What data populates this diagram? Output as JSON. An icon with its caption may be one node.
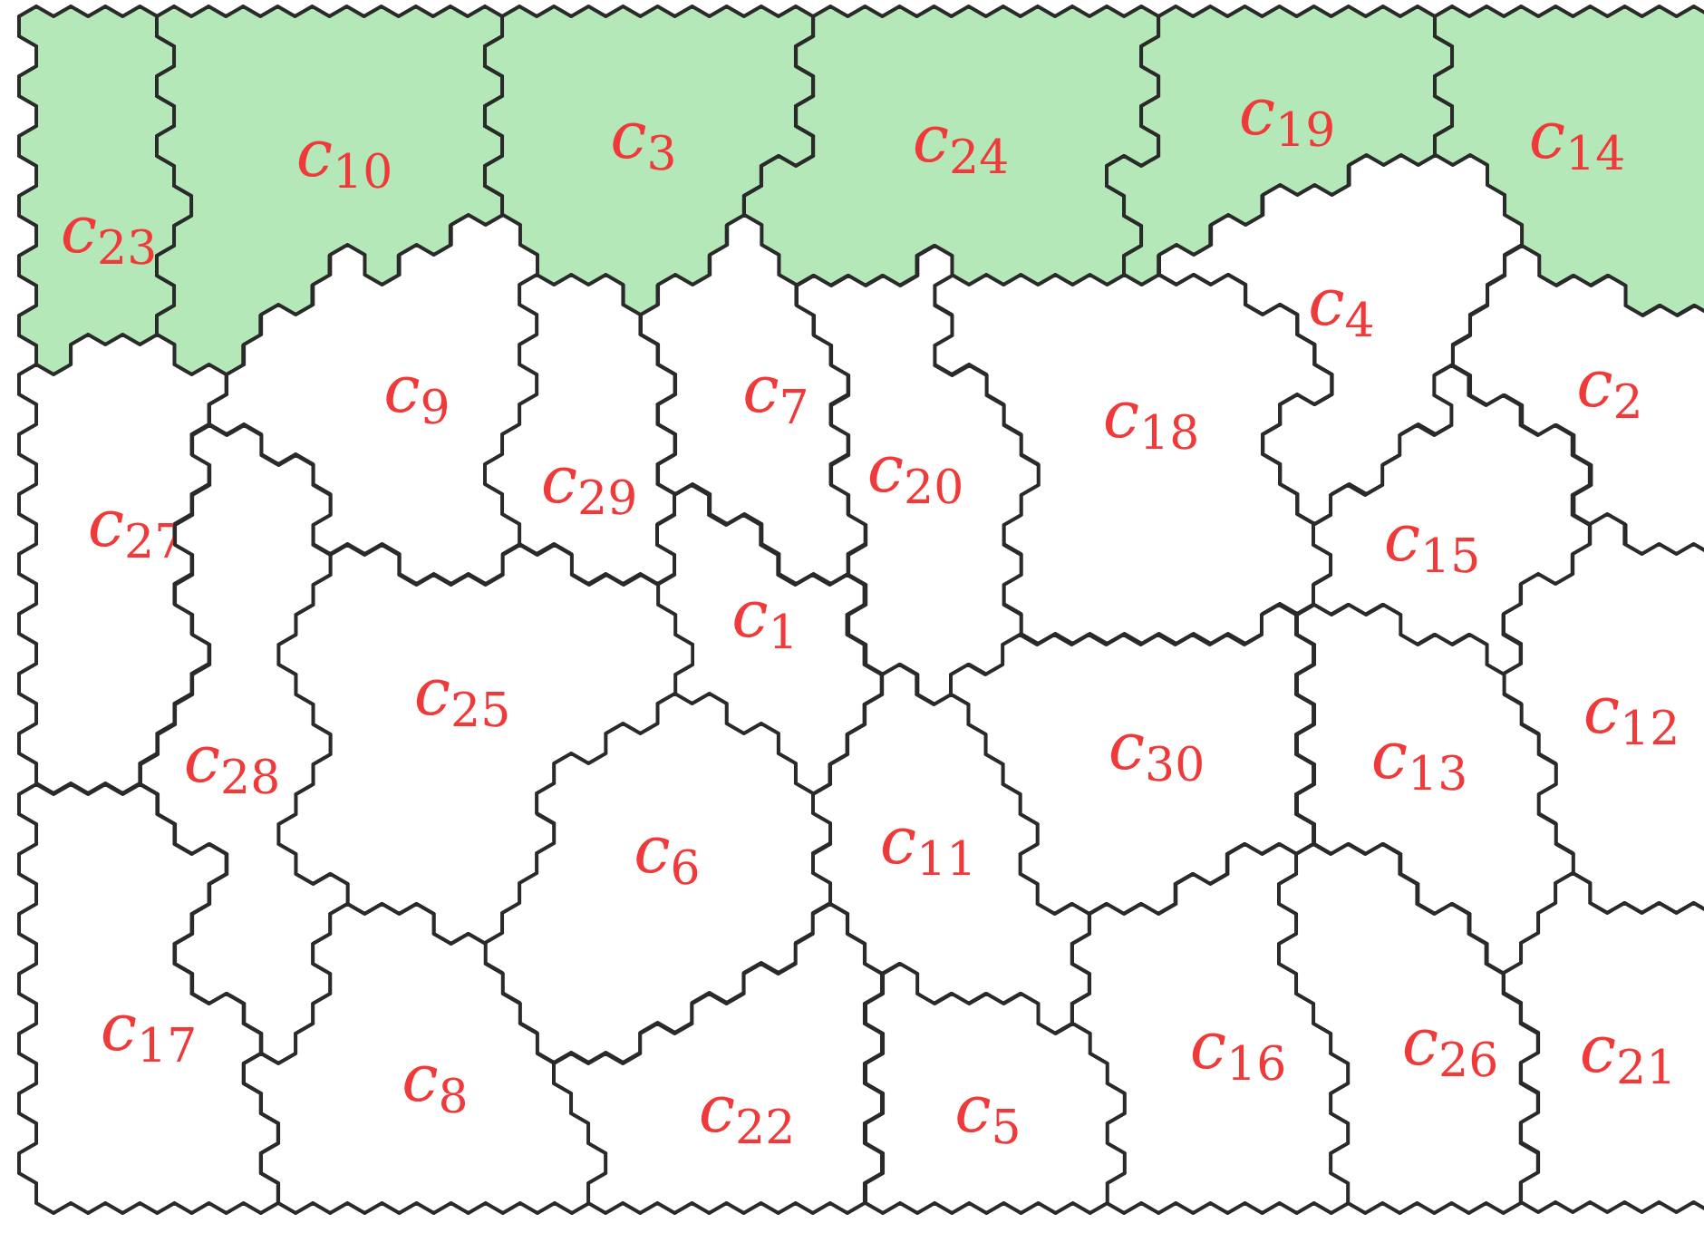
{
  "diagram": {
    "nodes": [
      {
        "text": [
          "c$_{23}$"
        ]
      },
      {
        "text": [
          "c$_{10}$"
        ]
      },
      {
        "text": [
          "c$_{3}$"
        ]
      },
      {
        "text": [
          "c$_{24}$"
        ]
      },
      {
        "text": [
          "c$_{19}$"
        ]
      },
      {
        "text": [
          "c$_{14}$"
        ]
      },
      {
        "text": [
          "c$_{4}$"
        ]
      },
      {
        "text": [
          "c$_{9}$"
        ]
      },
      {
        "text": [
          "c$_{7}$"
        ]
      },
      {
        "text": [
          "c$_{2}$"
        ]
      },
      {
        "text": [
          "c$_{18}$"
        ]
      },
      {
        "text": [
          "c$_{29}$"
        ]
      },
      {
        "text": [
          "c$_{20}$"
        ]
      },
      {
        "text": [
          "c$_{27}$"
        ]
      },
      {
        "text": [
          "c$_{15}$"
        ]
      },
      {
        "text": [
          "c$_{1}$"
        ]
      },
      {
        "text": [
          "c$_{25}$"
        ]
      },
      {
        "text": [
          "c$_{12}$"
        ]
      },
      {
        "text": [
          "c$_{30}$"
        ]
      },
      {
        "text": [
          "c$_{13}$"
        ]
      },
      {
        "text": [
          "c$_{28}$"
        ]
      },
      {
        "text": [
          "c$_{11}$"
        ]
      },
      {
        "text": [
          "c$_{6}$"
        ]
      },
      {
        "text": [
          "c$_{17}$"
        ]
      },
      {
        "text": [
          "c$_{16}$"
        ]
      },
      {
        "text": [
          "c$_{26}$"
        ]
      },
      {
        "text": [
          "c$_{21}$"
        ]
      },
      {
        "text": [
          "c$_{8}$"
        ]
      },
      {
        "text": [
          "c$_{5}$"
        ]
      },
      {
        "text": [
          "c$_{22}$"
        ]
      }
    ]
  }
}
